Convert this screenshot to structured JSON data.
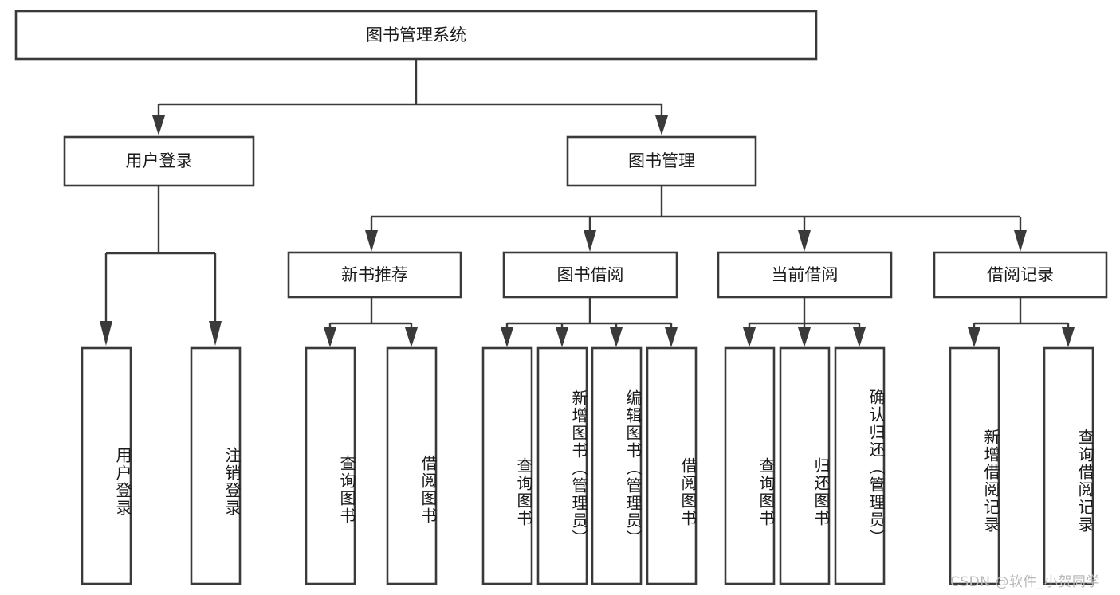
{
  "diagram": {
    "type": "tree-hierarchy",
    "orientation": "top-down",
    "colors": {
      "box_stroke": "#3a3a3a",
      "box_fill": "#ffffff",
      "connector": "#3a3a3a",
      "text": "#1a1a1a",
      "background": "#ffffff",
      "watermark": "#b9b9b9"
    },
    "root": {
      "id": "root",
      "label": "图书管理系统"
    },
    "level2": [
      {
        "id": "user-login",
        "label": "用户登录"
      },
      {
        "id": "book-manage",
        "label": "图书管理"
      }
    ],
    "level3": [
      {
        "id": "new-book-recommend",
        "label": "新书推荐",
        "parent": "book-manage"
      },
      {
        "id": "book-borrow",
        "label": "图书借阅",
        "parent": "book-manage"
      },
      {
        "id": "current-borrow",
        "label": "当前借阅",
        "parent": "book-manage"
      },
      {
        "id": "borrow-record",
        "label": "借阅记录",
        "parent": "book-manage"
      }
    ],
    "leaves": [
      {
        "id": "leaf-user-login",
        "label": "用户登录",
        "parent": "user-login"
      },
      {
        "id": "leaf-logout",
        "label": "注销登录",
        "parent": "user-login"
      },
      {
        "id": "leaf-query-book-1",
        "label": "查询图书",
        "parent": "new-book-recommend"
      },
      {
        "id": "leaf-borrow-book-1",
        "label": "借阅图书",
        "parent": "new-book-recommend"
      },
      {
        "id": "leaf-query-book-2",
        "label": "查询图书",
        "parent": "book-borrow"
      },
      {
        "id": "leaf-add-book",
        "label": "新增图书（管理员）",
        "parent": "book-borrow"
      },
      {
        "id": "leaf-edit-book",
        "label": "编辑图书（管理员）",
        "parent": "book-borrow"
      },
      {
        "id": "leaf-borrow-book-2",
        "label": "借阅图书",
        "parent": "book-borrow"
      },
      {
        "id": "leaf-query-book-3",
        "label": "查询图书",
        "parent": "current-borrow"
      },
      {
        "id": "leaf-return-book",
        "label": "归还图书",
        "parent": "current-borrow"
      },
      {
        "id": "leaf-confirm-return",
        "label": "确认归还（管理员）",
        "parent": "current-borrow"
      },
      {
        "id": "leaf-add-record",
        "label": "新增借阅记录",
        "parent": "borrow-record"
      },
      {
        "id": "leaf-query-record",
        "label": "查询借阅记录",
        "parent": "borrow-record"
      }
    ]
  },
  "watermark": {
    "text": "CSDN @软件_小贺同学"
  }
}
